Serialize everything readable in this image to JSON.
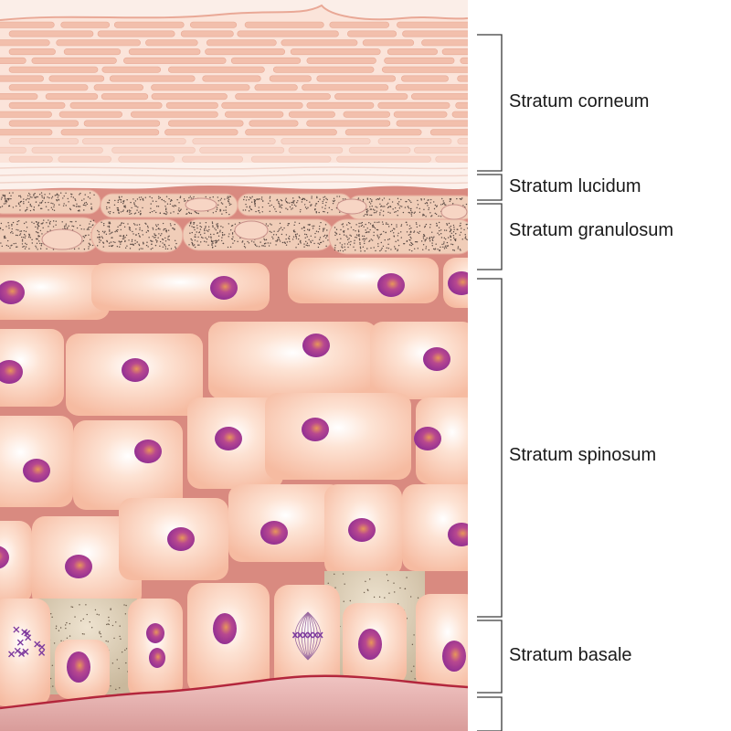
{
  "layers": [
    {
      "id": "corneum",
      "label": "Stratum corneum"
    },
    {
      "id": "lucidum",
      "label": "Stratum lucidum"
    },
    {
      "id": "granulosum",
      "label": "Stratum granulosum"
    },
    {
      "id": "spinosum",
      "label": "Stratum spinosum"
    },
    {
      "id": "basale",
      "label": "Stratum basale"
    }
  ],
  "colors": {
    "corneum_fill": "#f3c3b0",
    "corneum_bg": "#fde9e2",
    "lucidum": "#fbece6",
    "granulosum": "#f1cdb5",
    "cell_fill": "#fbd3bd",
    "cell_highlight": "#ffffff",
    "intercellular": "#d9847c",
    "nucleus": "#a0399a",
    "nucleus_spot": "#e08a55",
    "basal_gap": "#d9ccb8",
    "dermis": "#e0a9a6",
    "basement_membrane": "#b3263c",
    "bracket": "#333333"
  }
}
